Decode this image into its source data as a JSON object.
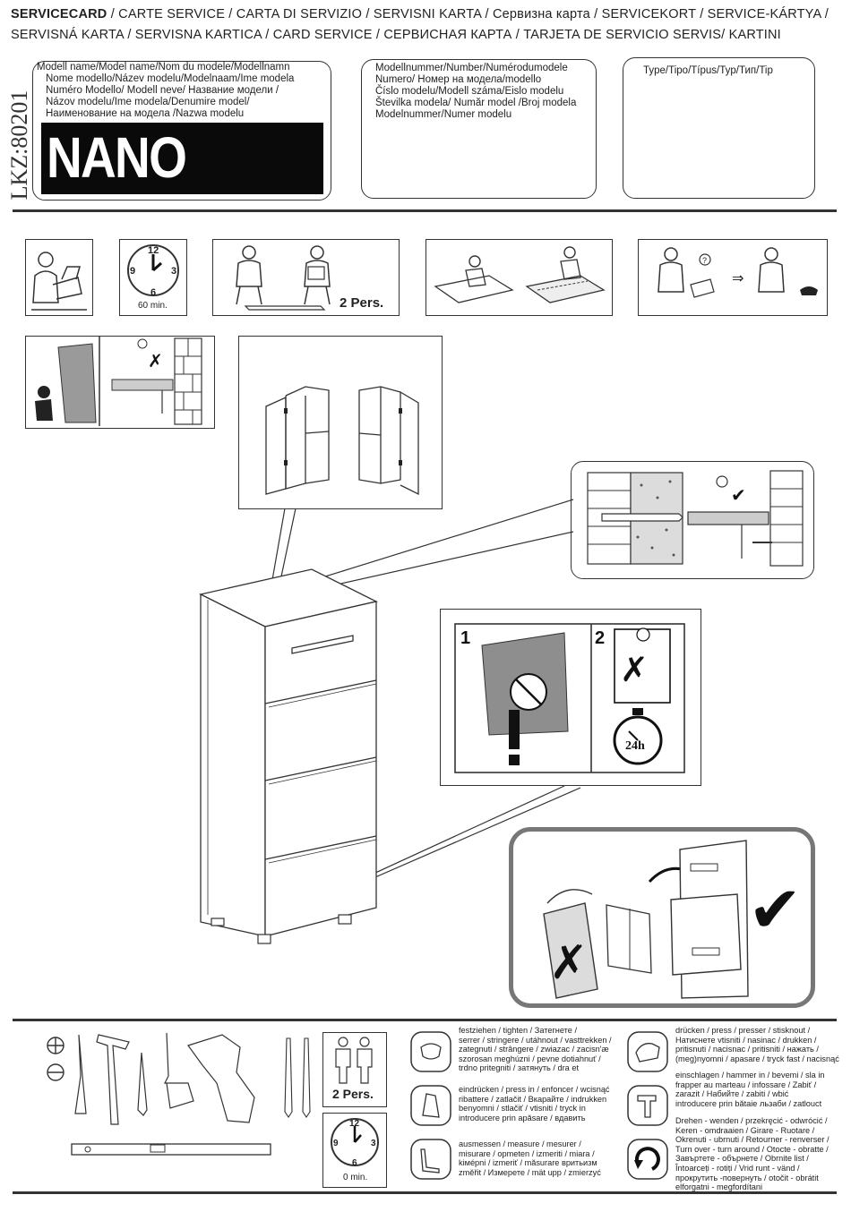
{
  "header": {
    "line1_bold": "SERVICECARD",
    "line1_rest": " / CARTE SERVICE / CARTA DI SERVIZIO / SERVISNI KARTA / Сервизна карта / SERVICEKORT / SERVICE-KÁRTYA /",
    "line2": "SERVISNÁ KARTA / SERVISNA KARTICA / CARD SERVICE / СЕРВИСНАЯ КАРТА / TARJETA DE SERVICIO SERVIS/ KARTINI"
  },
  "side_code": "LKZ:80201",
  "model_box": {
    "lines": [
      "Modell name/Model name/Nom du modele/Modellnamn",
      "Nome modello/Název modelu/Modelnaam/Ime modela",
      "Numéro Modello/ Modell neve/   Название модели /",
      "Názov modelu/Ime modela/Denumire model/",
      "Наименование на модела /Nazwa modelu"
    ],
    "name": "NANO"
  },
  "number_box": {
    "lines": [
      "Modellnummer/Number/Numérodumodele",
      "Numero/   Номер на модела/modello",
      "Číslo modelu/Modell száma/Eislo modelu",
      "Številka modela/  Număr model /Broj modela",
      "Modelnummer/Numer modelu"
    ]
  },
  "type_box": {
    "label": "Type/Tipo/Típus/Typ/Тип/Tip"
  },
  "top_panels": {
    "clock_label": "60 min.",
    "persons_label": "2 Pers."
  },
  "tools": {
    "persons_label": "2 Pers.",
    "clock_label": "0 min."
  },
  "legend": [
    {
      "icon": "tighten-icon",
      "text": [
        "festziehen / tighten / Затегнете /",
        "serrer / stringere / utáhnout / vasttrekken /",
        "zategnuti / strângere / zwiazac / zacisn'æ",
        "szorosan meghúzni / pevne dotiahnuť /",
        "trdno pritegniti / затянуть / dra et"
      ]
    },
    {
      "icon": "press-in-icon",
      "text": [
        "eindrücken / press in / enfoncer / wcisnąć",
        "ribattere / zatlačit / Вкарайте / indrukken",
        "benyomni / stlačiť / vtisniti / tryck in",
        "introducere prin apăsare / вдавить"
      ]
    },
    {
      "icon": "measure-icon",
      "text": [
        "ausmessen / measure / mesurer /",
        "misurare / opmeten / izmeriti / miara /",
        "kiмéрni / izmeriť / măsurare вритьизм",
        "změřit / Измерете / mät upp / zmierzyć"
      ]
    },
    {
      "icon": "press-icon",
      "text": [
        "drücken / press / presser / stisknout /",
        "Натиснете vtisniti / nasinac / drukken /",
        "pritisnuti / nacisnac / pritisniti / нажать /",
        "(meg)nyomni / apasare / tryck fast / nacisnąć"
      ]
    },
    {
      "icon": "hammer-icon",
      "text": [
        "einschlagen / hammer in / bevemi / sla in",
        "frapper au marteau / infossare / Zabiť /",
        "zarazit / Набийте / zabiti / wbić",
        "introducere prin bătaie льзаби  / zatlouct"
      ]
    },
    {
      "icon": "turn-over-icon",
      "text": [
        "Drehen - wenden / przekręcić - odwrócić /",
        "Keren - omdraaien / Girare - Ruotare /",
        "Okrenuti - ubrnuti / Retourner - renverser /",
        "Turn over - turn around / Otocte - obratte /",
        "Завъртете - обърнете / Obrnite list /",
        "Întoarceți - rotiți / Vrid runt - vänd /",
        "прокрутить -повернуть  / otočit - obrátit",
        "elforgatni - megfordítani"
      ]
    }
  ]
}
